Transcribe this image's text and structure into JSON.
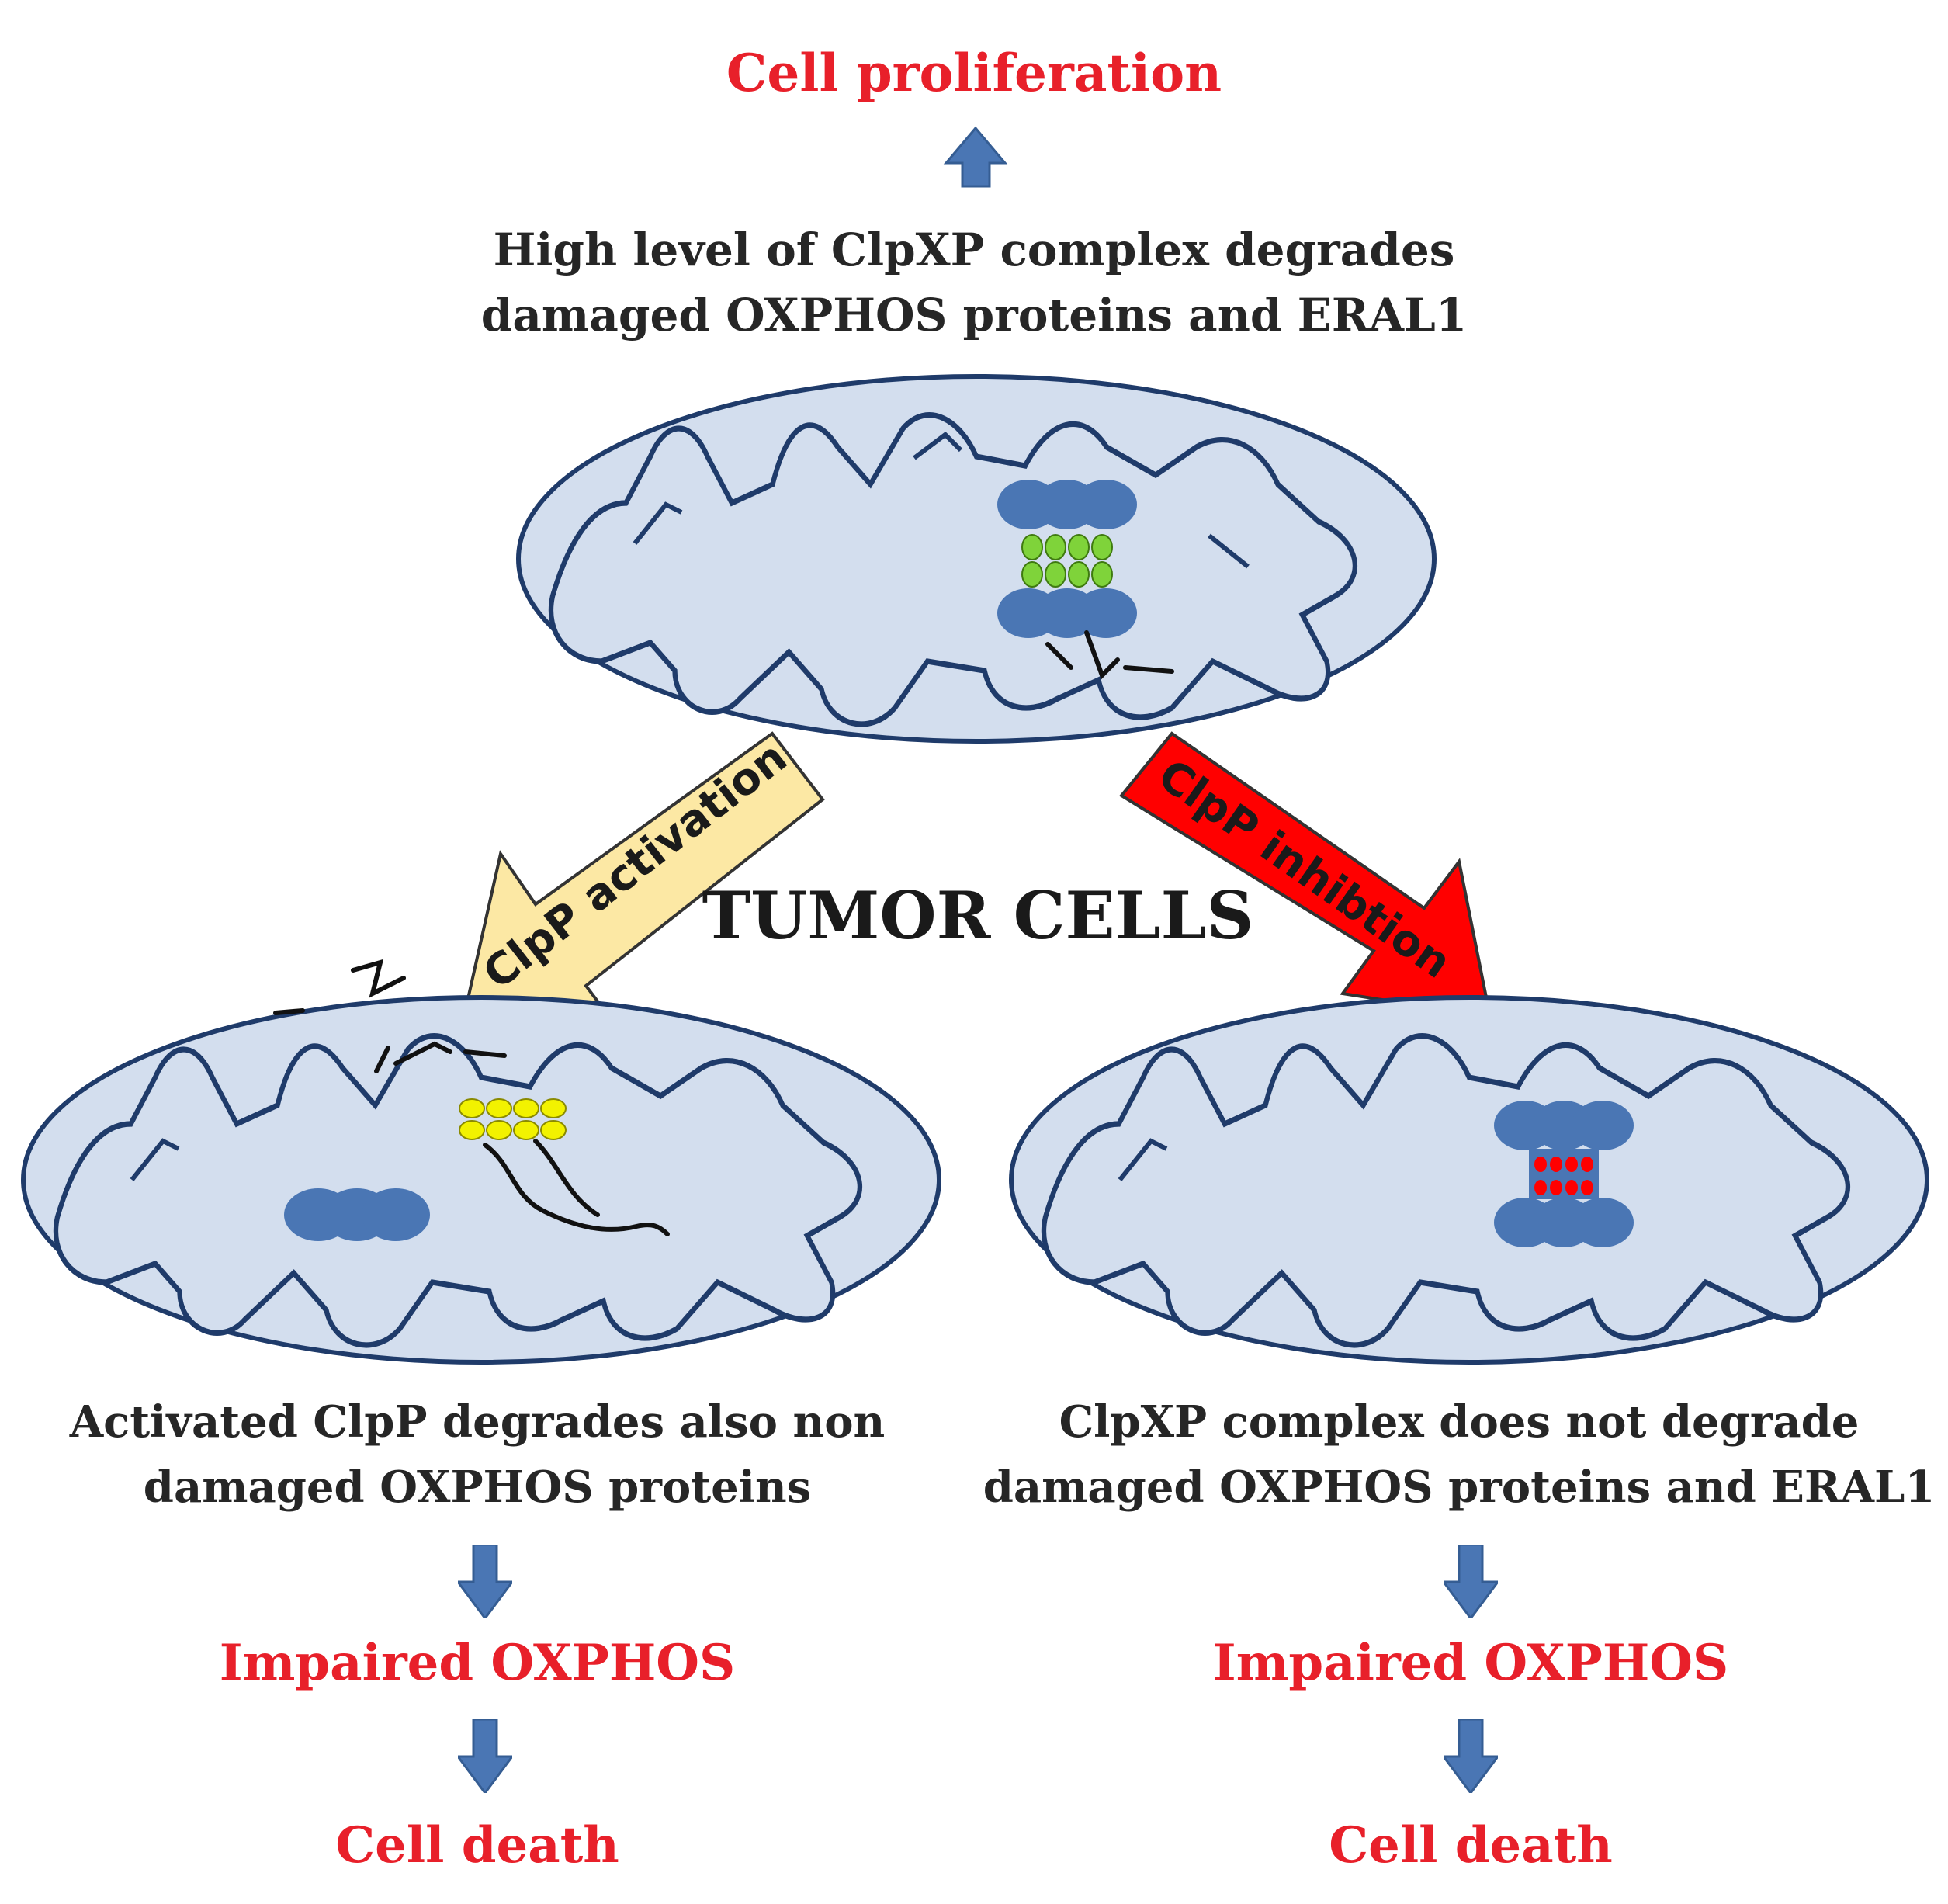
{
  "top": {
    "outcome": "Cell proliferation",
    "description": "High level of ClpXP complex degrades\ndamaged OXPHOS proteins and ERAL1"
  },
  "center_label": "TUMOR CELLS",
  "activation_branch": {
    "arrow_label": "ClpP activation",
    "arrow_color": "#fce8a4",
    "description": "Activated ClpP degrades also non\ndamaged OXPHOS proteins",
    "step1": "Impaired OXPHOS",
    "step2": "Cell death"
  },
  "inhibition_branch": {
    "arrow_label": "ClpP inhibtion",
    "arrow_color": "#ff0000",
    "description": "ClpXP complex does not degrade\ndamaged OXPHOS proteins and ERAL1",
    "step1": "Impaired OXPHOS",
    "step2": "Cell death"
  },
  "colors": {
    "outcome_text": "#e8202a",
    "flow_arrow": "#4a76b4",
    "mitochondrion_fill": "#d3deee",
    "complex": "#4a76b4",
    "substrate_normal": "#7fd33a",
    "substrate_activated": "#f2f200",
    "substrate_inhibited": "#ff0000"
  }
}
